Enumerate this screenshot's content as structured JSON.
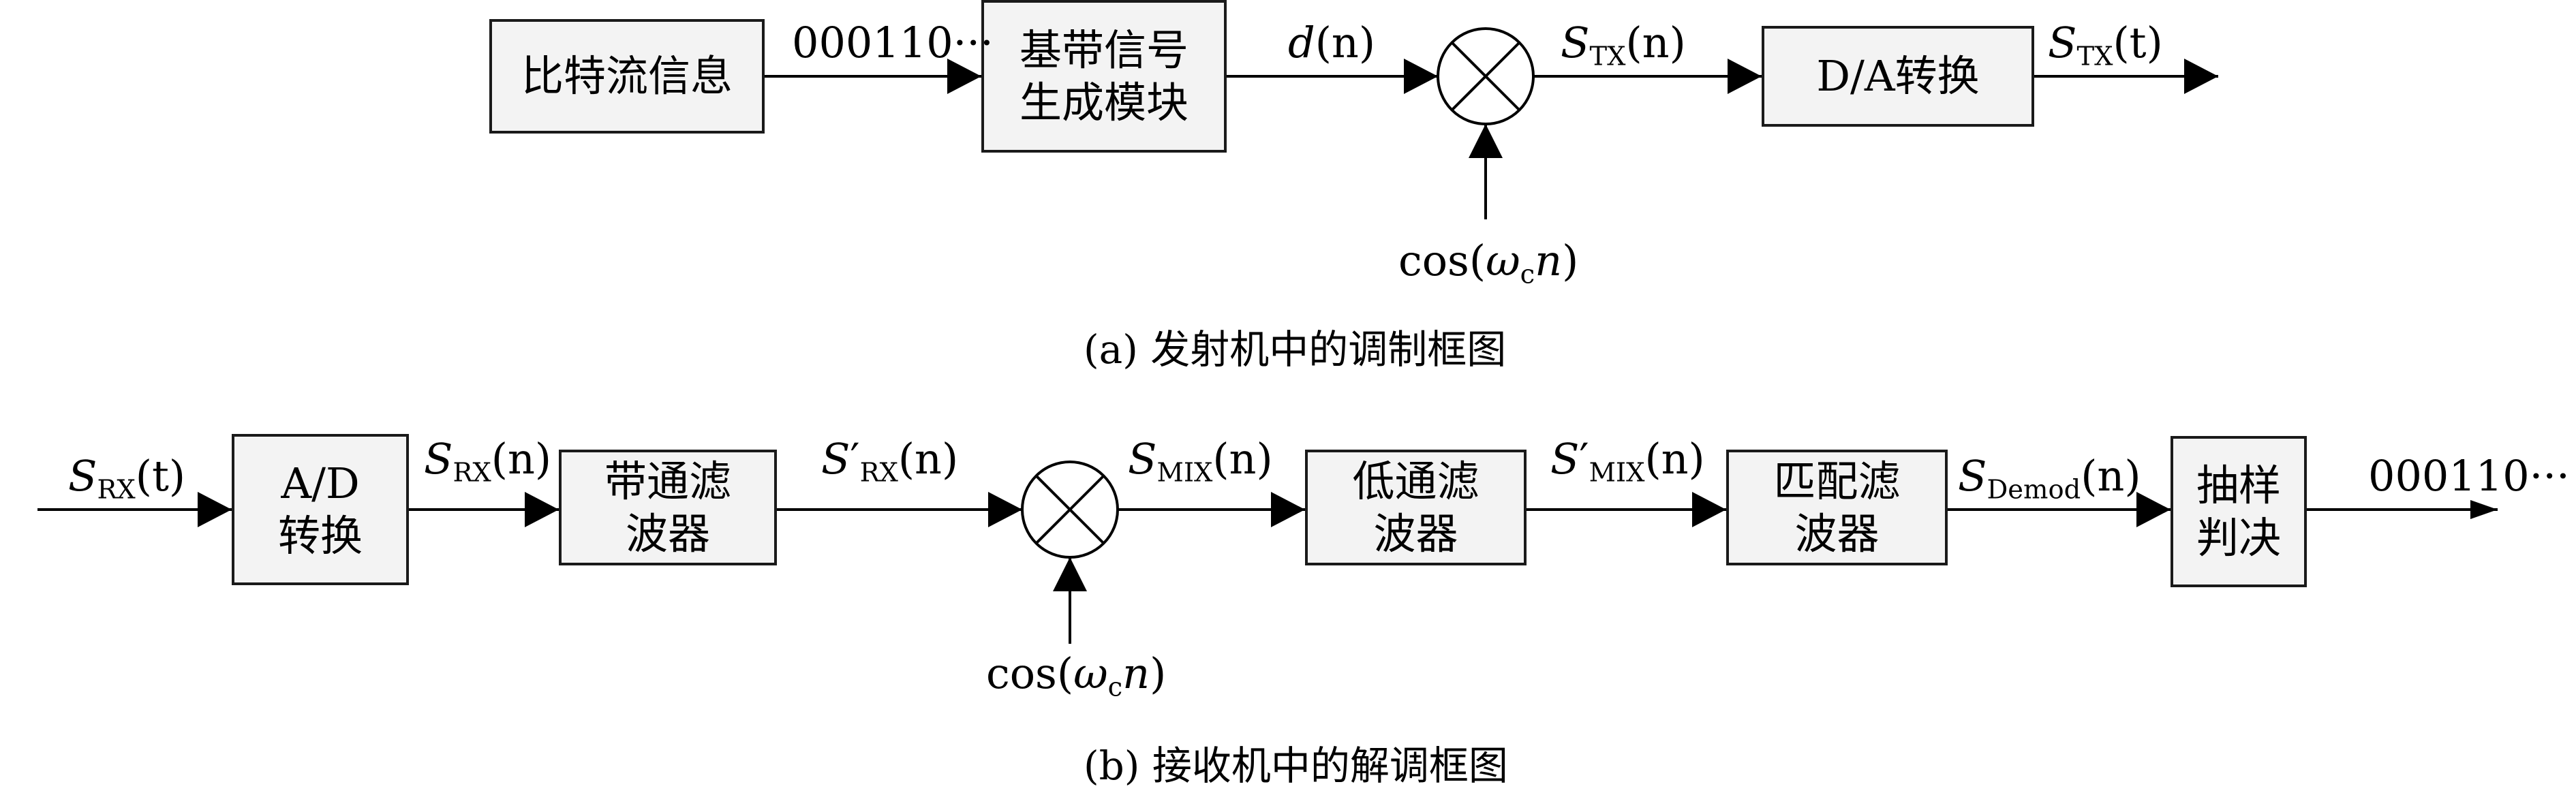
{
  "transmitter": {
    "caption": "(a) 发射机中的调制框图",
    "blocks": {
      "source": "比特流信息",
      "baseband": [
        "基带信号",
        "生成模块"
      ],
      "dac": "D/A转换"
    },
    "signals": {
      "bits": "000110···",
      "d": "d",
      "d_arg": "(n)",
      "stx_n": "S",
      "stx_n_sub": "TX",
      "stx_n_arg": "(n)",
      "stx_t": "S",
      "stx_t_sub": "TX",
      "stx_t_arg": "(t)",
      "carrier_cos": "cos(",
      "carrier_omega": "ω",
      "carrier_sub": "c",
      "carrier_n": "n",
      "carrier_close": ")"
    }
  },
  "receiver": {
    "caption": "(b) 接收机中的解调框图",
    "blocks": {
      "adc": [
        "A/D",
        "转换"
      ],
      "bandpass": [
        "带通滤",
        "波器"
      ],
      "lowpass": [
        "低通滤",
        "波器"
      ],
      "matched": [
        "匹配滤",
        "波器"
      ],
      "decision": [
        "抽样",
        "判决"
      ]
    },
    "signals": {
      "srx_t": "S",
      "srx_t_sub": "RX",
      "srx_t_arg": "(t)",
      "srx_n": "S",
      "srx_n_sub": "RX",
      "srx_n_arg": "(n)",
      "srx_p": "S",
      "srx_p_prime": "′",
      "srx_p_sub": "RX",
      "srx_p_arg": "(n)",
      "smix": "S",
      "smix_sub": "MIX",
      "smix_arg": "(n)",
      "smix_p": "S",
      "smix_p_prime": "′",
      "smix_p_sub": "MIX",
      "smix_p_arg": "(n)",
      "sdemod": "S",
      "sdemod_sub": "Demod",
      "sdemod_arg": "(n)",
      "bits_out": "000110···",
      "carrier_cos": "cos(",
      "carrier_omega": "ω",
      "carrier_sub": "c",
      "carrier_n": "n",
      "carrier_close": ")"
    }
  }
}
